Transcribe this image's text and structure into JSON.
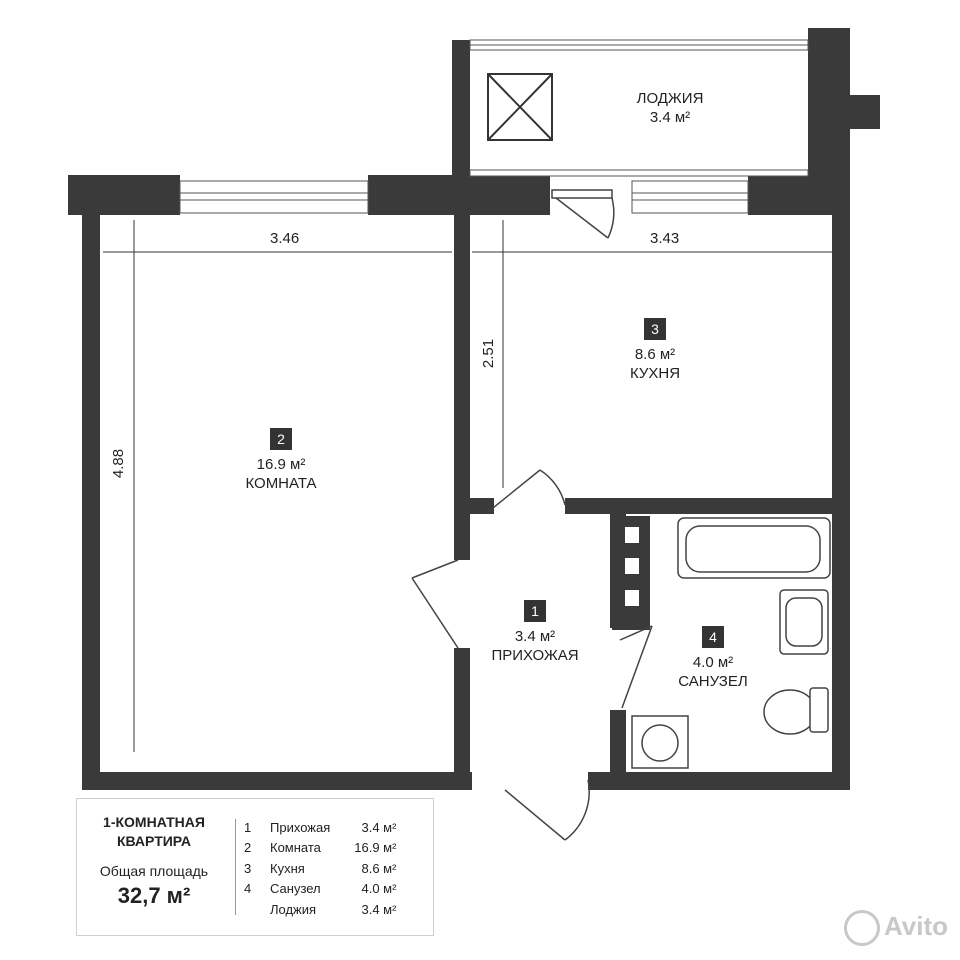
{
  "rooms": [
    {
      "num": "1",
      "area": "3.4 м²",
      "name": "ПРИХОЖАЯ"
    },
    {
      "num": "2",
      "area": "16.9 м²",
      "name": "КОМНАТА"
    },
    {
      "num": "3",
      "area": "8.6 м²",
      "name": "КУХНЯ"
    },
    {
      "num": "4",
      "area": "4.0 м²",
      "name": "САНУЗЕЛ"
    }
  ],
  "loggia": {
    "name": "ЛОДЖИЯ",
    "area": "3.4 м²"
  },
  "dimensions": {
    "room_width": "3.46",
    "kitchen_width": "3.43",
    "room_depth": "4.88",
    "kitchen_depth": "2.51"
  },
  "legend": {
    "title_line1": "1-КОМНАТНАЯ",
    "title_line2": "КВАРТИРА",
    "subtitle": "Общая площадь",
    "total": "32,7 м²",
    "rows": [
      {
        "num": "1",
        "name": "Прихожая",
        "area": "3.4 м²"
      },
      {
        "num": "2",
        "name": "Комната",
        "area": "16.9 м²"
      },
      {
        "num": "3",
        "name": "Кухня",
        "area": "8.6 м²"
      },
      {
        "num": "4",
        "name": "Санузел",
        "area": "4.0 м²"
      },
      {
        "num": "",
        "name": "Лоджия",
        "area": "3.4 м²"
      }
    ]
  },
  "watermark": "Avito",
  "colors": {
    "wall": "#3a3a3a",
    "window": "#ffffff"
  }
}
